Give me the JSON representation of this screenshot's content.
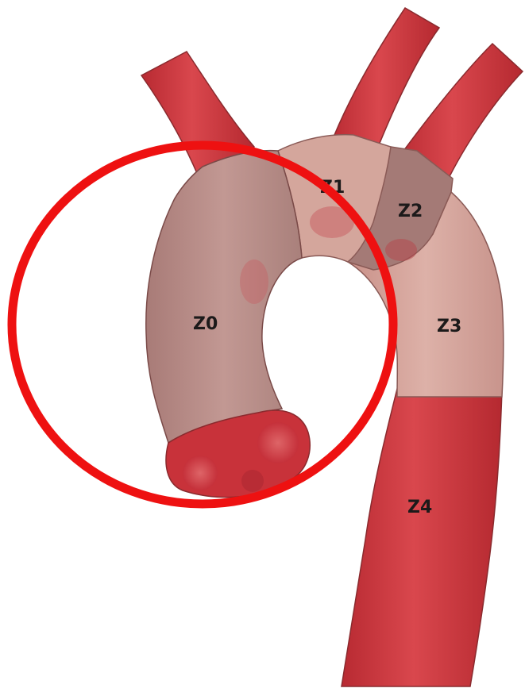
{
  "diagram": {
    "zones": [
      {
        "id": "z0",
        "label": "Z0"
      },
      {
        "id": "z1",
        "label": "Z1"
      },
      {
        "id": "z2",
        "label": "Z2"
      },
      {
        "id": "z3",
        "label": "Z3"
      },
      {
        "id": "z4",
        "label": "Z4"
      }
    ],
    "highlight": {
      "shape": "circle",
      "color": "#ee1111",
      "target": "Z0"
    },
    "colors": {
      "vessel_red": "#c8323a",
      "vessel_red_light": "#dc5c62",
      "zone0_fill": "#b78c86",
      "zone1_fill": "#d4a49a",
      "zone2_fill": "#a57a76",
      "zone3_fill": "#d7a59c",
      "outline": "#7a4a48"
    }
  }
}
